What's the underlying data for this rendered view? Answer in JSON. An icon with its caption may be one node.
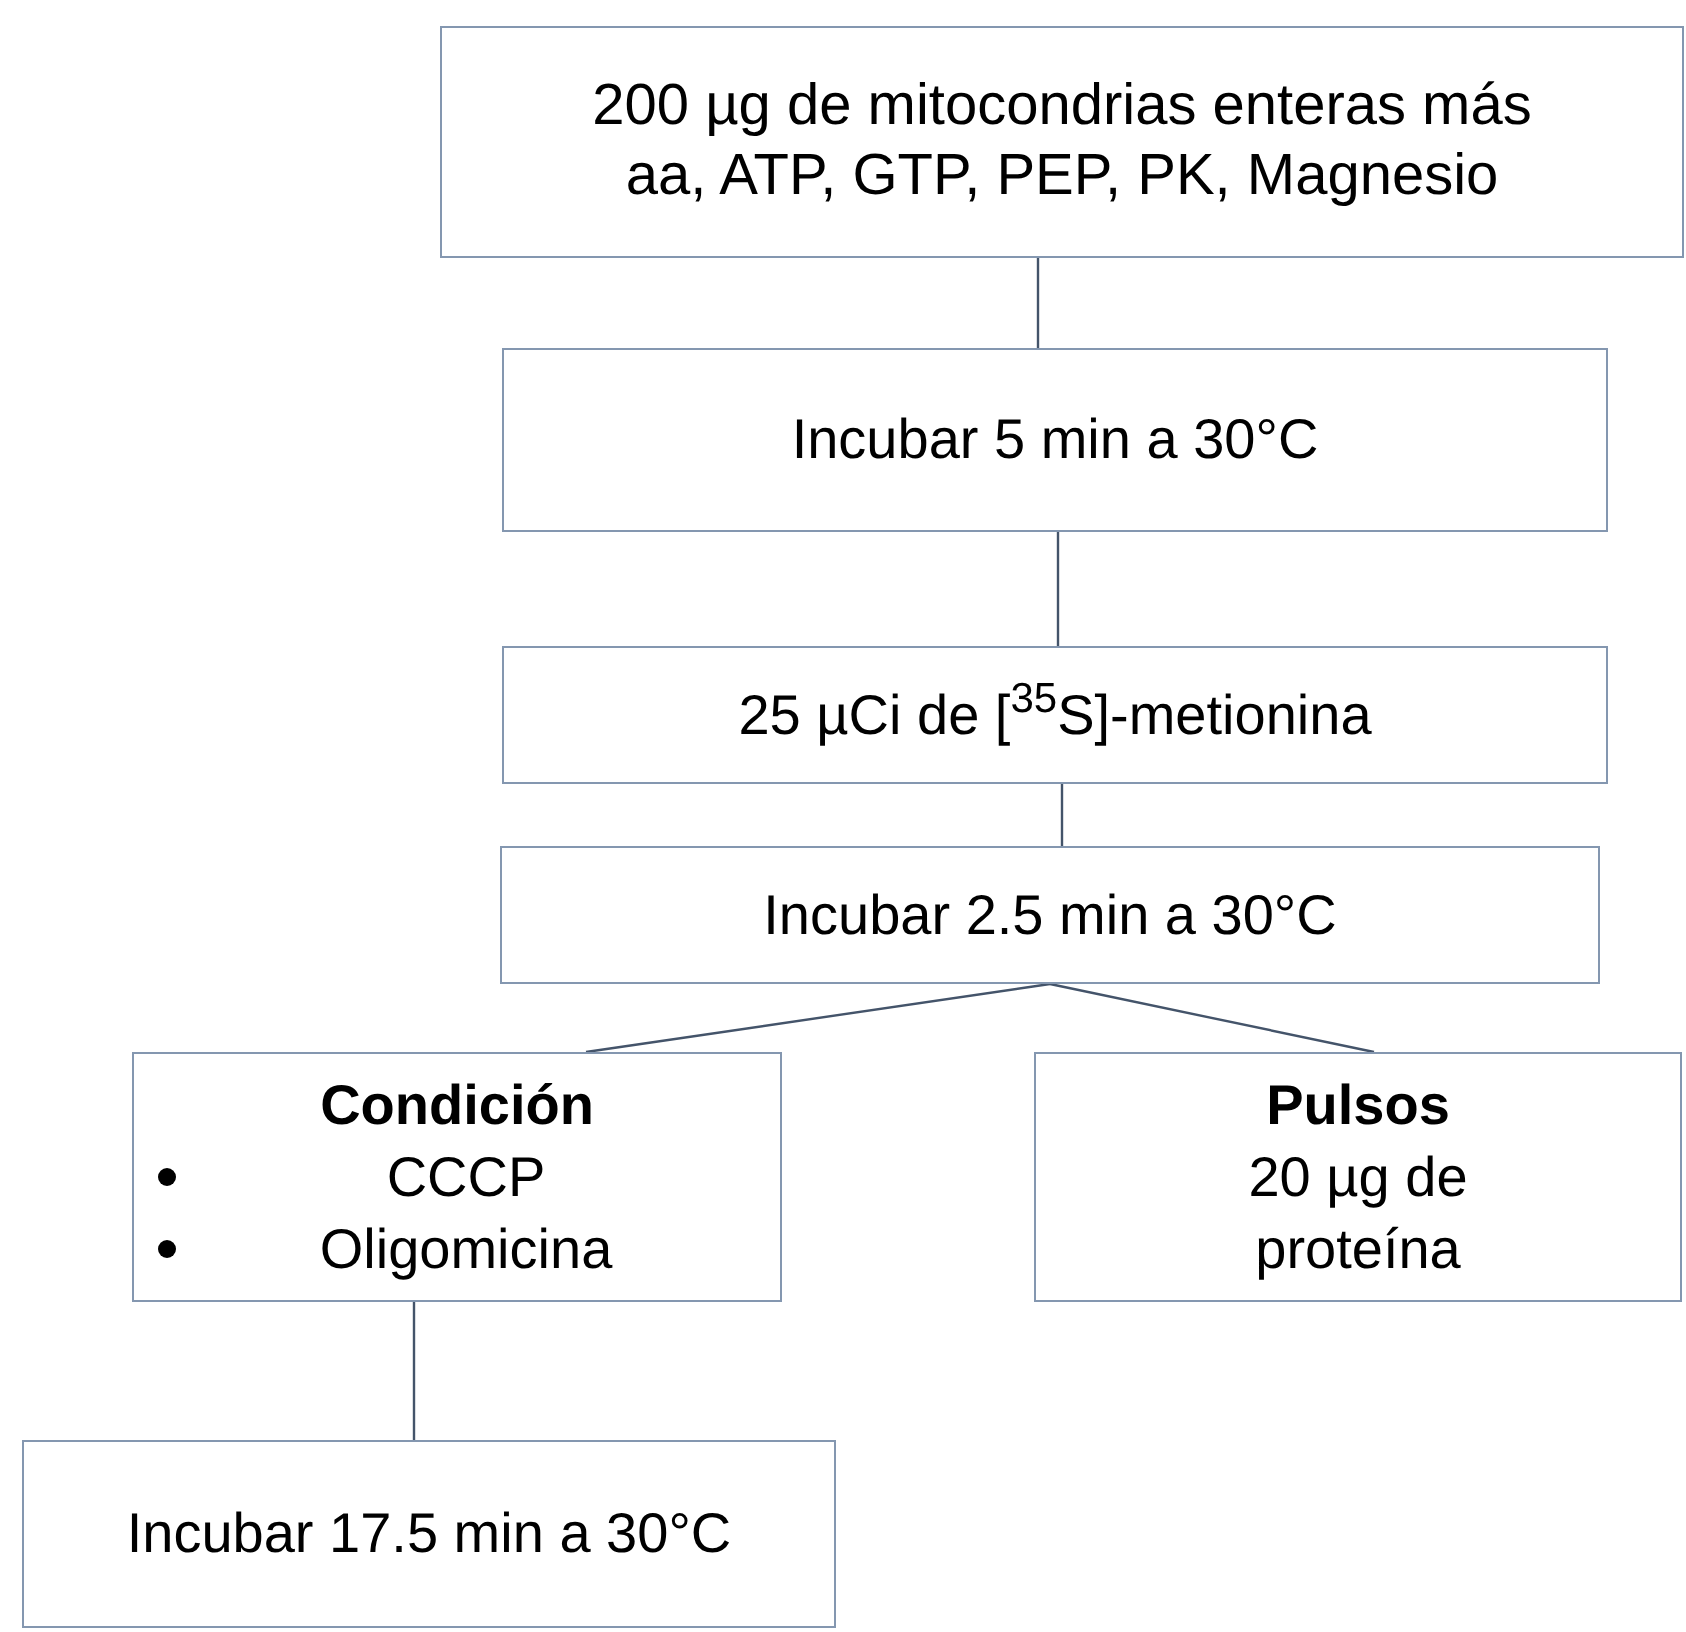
{
  "diagram": {
    "nodes": [
      {
        "text": [
          "200 µg de mitocondrias enteras más",
          "aa, ATP, GTP, PEP, PK, Magnesio"
        ]
      },
      {
        "text": [
          "Incubar 5 min a 30°C"
        ]
      },
      {
        "text": [
          "25 µCi de [$^{35}$S]-metionina"
        ]
      },
      {
        "text": [
          "Incubar 2.5 min a 30°C"
        ]
      },
      {
        "text": [
          "Condición",
          "CCCP",
          "Oligomicina"
        ]
      },
      {
        "text": [
          "Pulsos",
          "20 µg de proteína"
        ]
      },
      {
        "text": [
          "Incubar 17.5 min a 30°C"
        ]
      }
    ],
    "edges": [
      {
        "from": 0,
        "to": 1,
        "arrow": "none"
      },
      {
        "from": 1,
        "to": 2,
        "arrow": "none"
      },
      {
        "from": 2,
        "to": 3,
        "arrow": "none"
      },
      {
        "from": 3,
        "to": 4,
        "arrow": "none"
      },
      {
        "from": 3,
        "to": 5,
        "arrow": "none"
      },
      {
        "from": 4,
        "to": 6,
        "arrow": "none"
      }
    ]
  }
}
